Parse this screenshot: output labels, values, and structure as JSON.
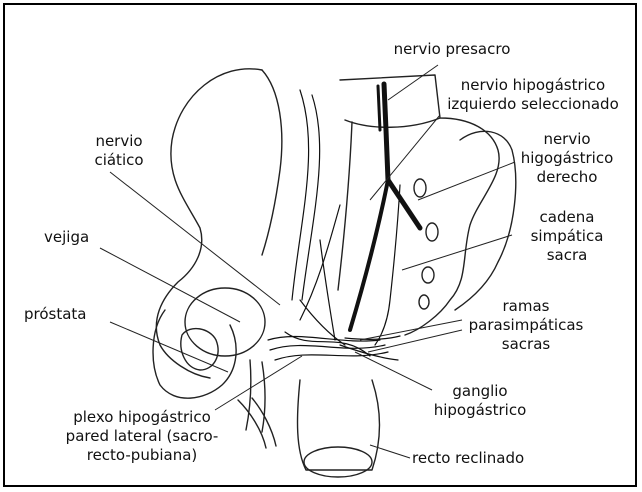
{
  "figure": {
    "labels": {
      "presacral_nerve": "nervio presacro",
      "left_hypogastric_nerve": [
        "nervio hipogástrico",
        "izquierdo seleccionado"
      ],
      "right_hypogastric_nerve": [
        "nervio",
        "higogástrico",
        "derecho"
      ],
      "sacral_sympathetic_chain": [
        "cadena",
        "simpática",
        "sacra"
      ],
      "sacral_parasympathetic_branches": [
        "ramas",
        "parasimpáticas",
        "sacras"
      ],
      "hypogastric_ganglion": [
        "ganglio",
        "hipogástrico"
      ],
      "reclined_rectum": "recto reclinado",
      "sciatic_nerve": [
        "nervio",
        "ciático"
      ],
      "bladder": "vejiga",
      "prostate": "próstata",
      "hypogastric_plexus_lateral_wall": [
        "plexo hipogástrico",
        "pared lateral (sacro-",
        "recto-pubiana)"
      ]
    },
    "colors": {
      "ink": "#111111",
      "line": "#222222",
      "frame": "#000000",
      "background": "#ffffff"
    }
  }
}
